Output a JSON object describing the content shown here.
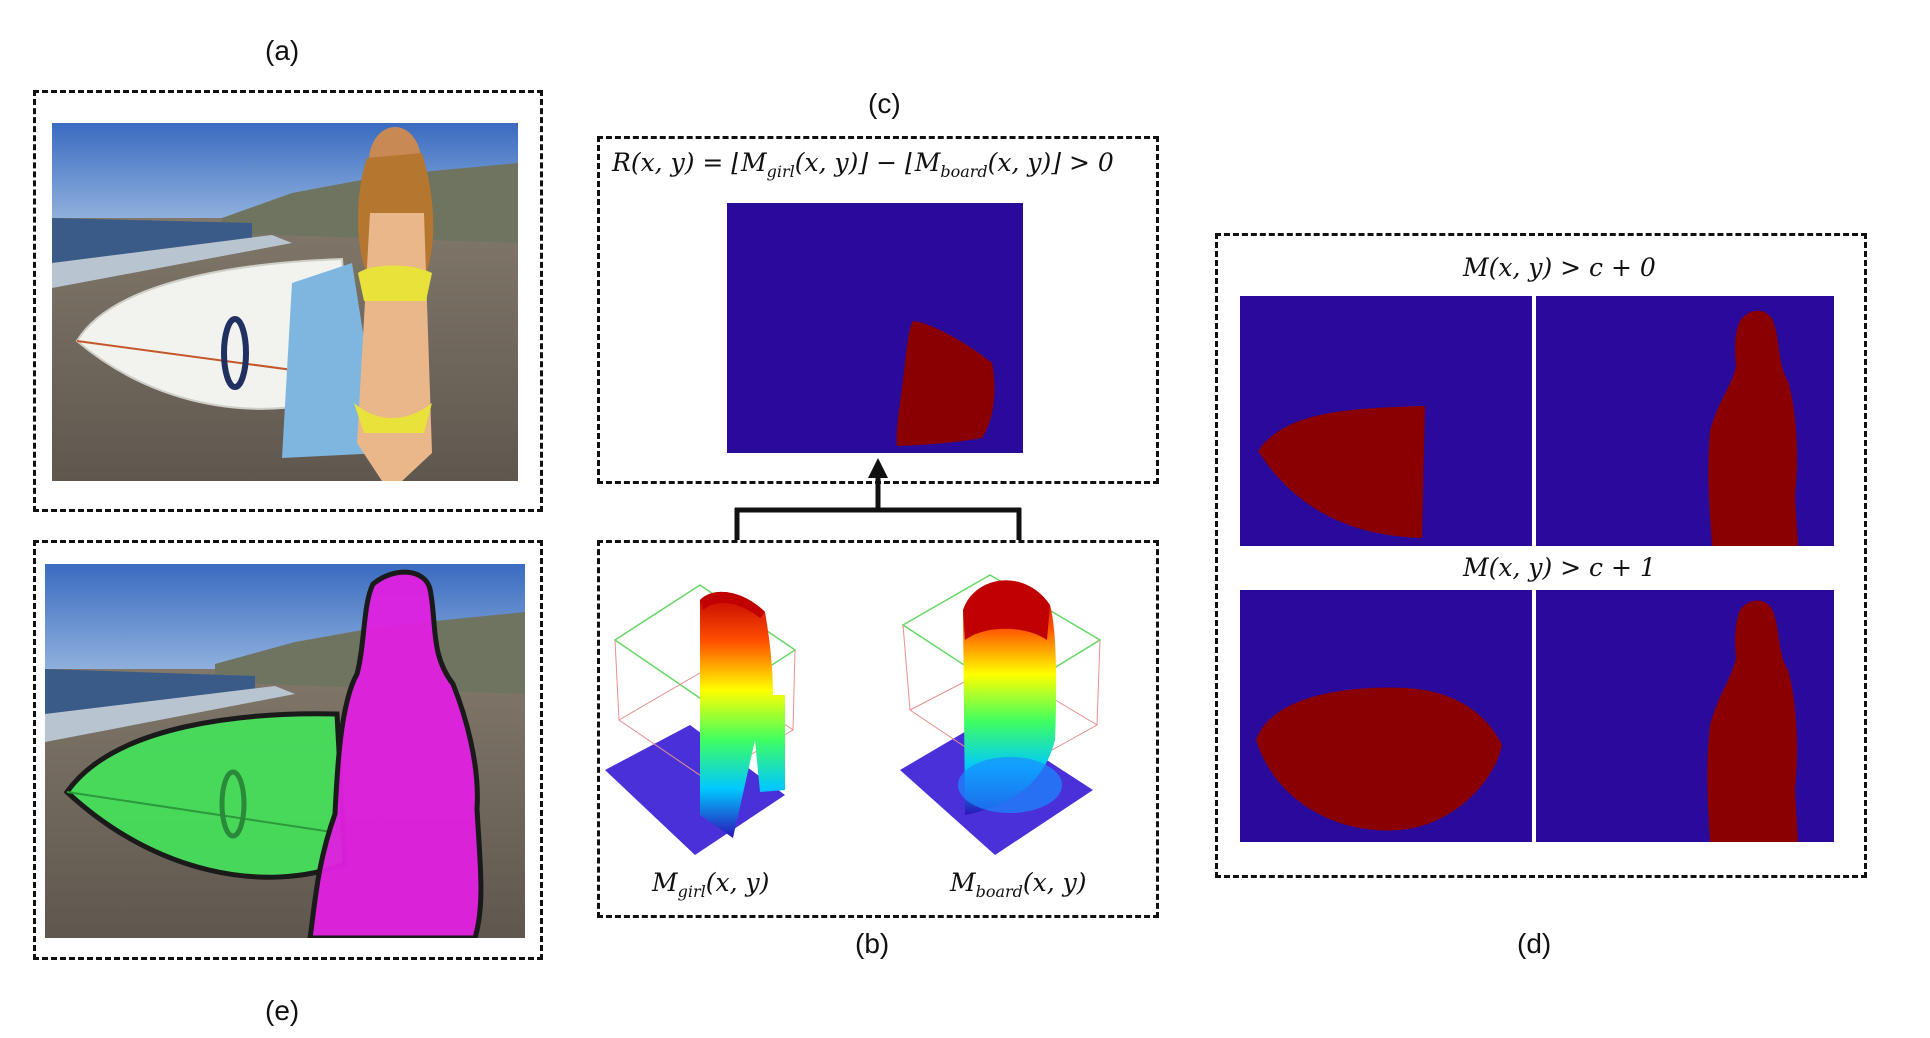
{
  "panel_labels": {
    "a": "(a)",
    "b": "(b)",
    "c": "(c)",
    "d": "(d)",
    "e": "(e)"
  },
  "formulas": {
    "residual": {
      "lhs": "R(x, y) = ⌊M",
      "girl_sub": "girl",
      "mid": "(x, y)⌋ − ⌊M",
      "board_sub": "board",
      "rhs": "(x, y)⌋ > 0"
    },
    "threshold_top": "M(x, y) > c + 0",
    "threshold_bottom": "M(x, y) > c + 1",
    "surface_left": {
      "base": "M",
      "sub": "girl",
      "args": "(x, y)"
    },
    "surface_right": {
      "base": "M",
      "sub": "board",
      "args": "(x, y)"
    }
  },
  "colors": {
    "mask_background": "#2a0a9a",
    "mask_foreground": "#8a0000",
    "segment_board": "#44e25a",
    "segment_girl": "#e020e0",
    "box_border": "#111111"
  }
}
